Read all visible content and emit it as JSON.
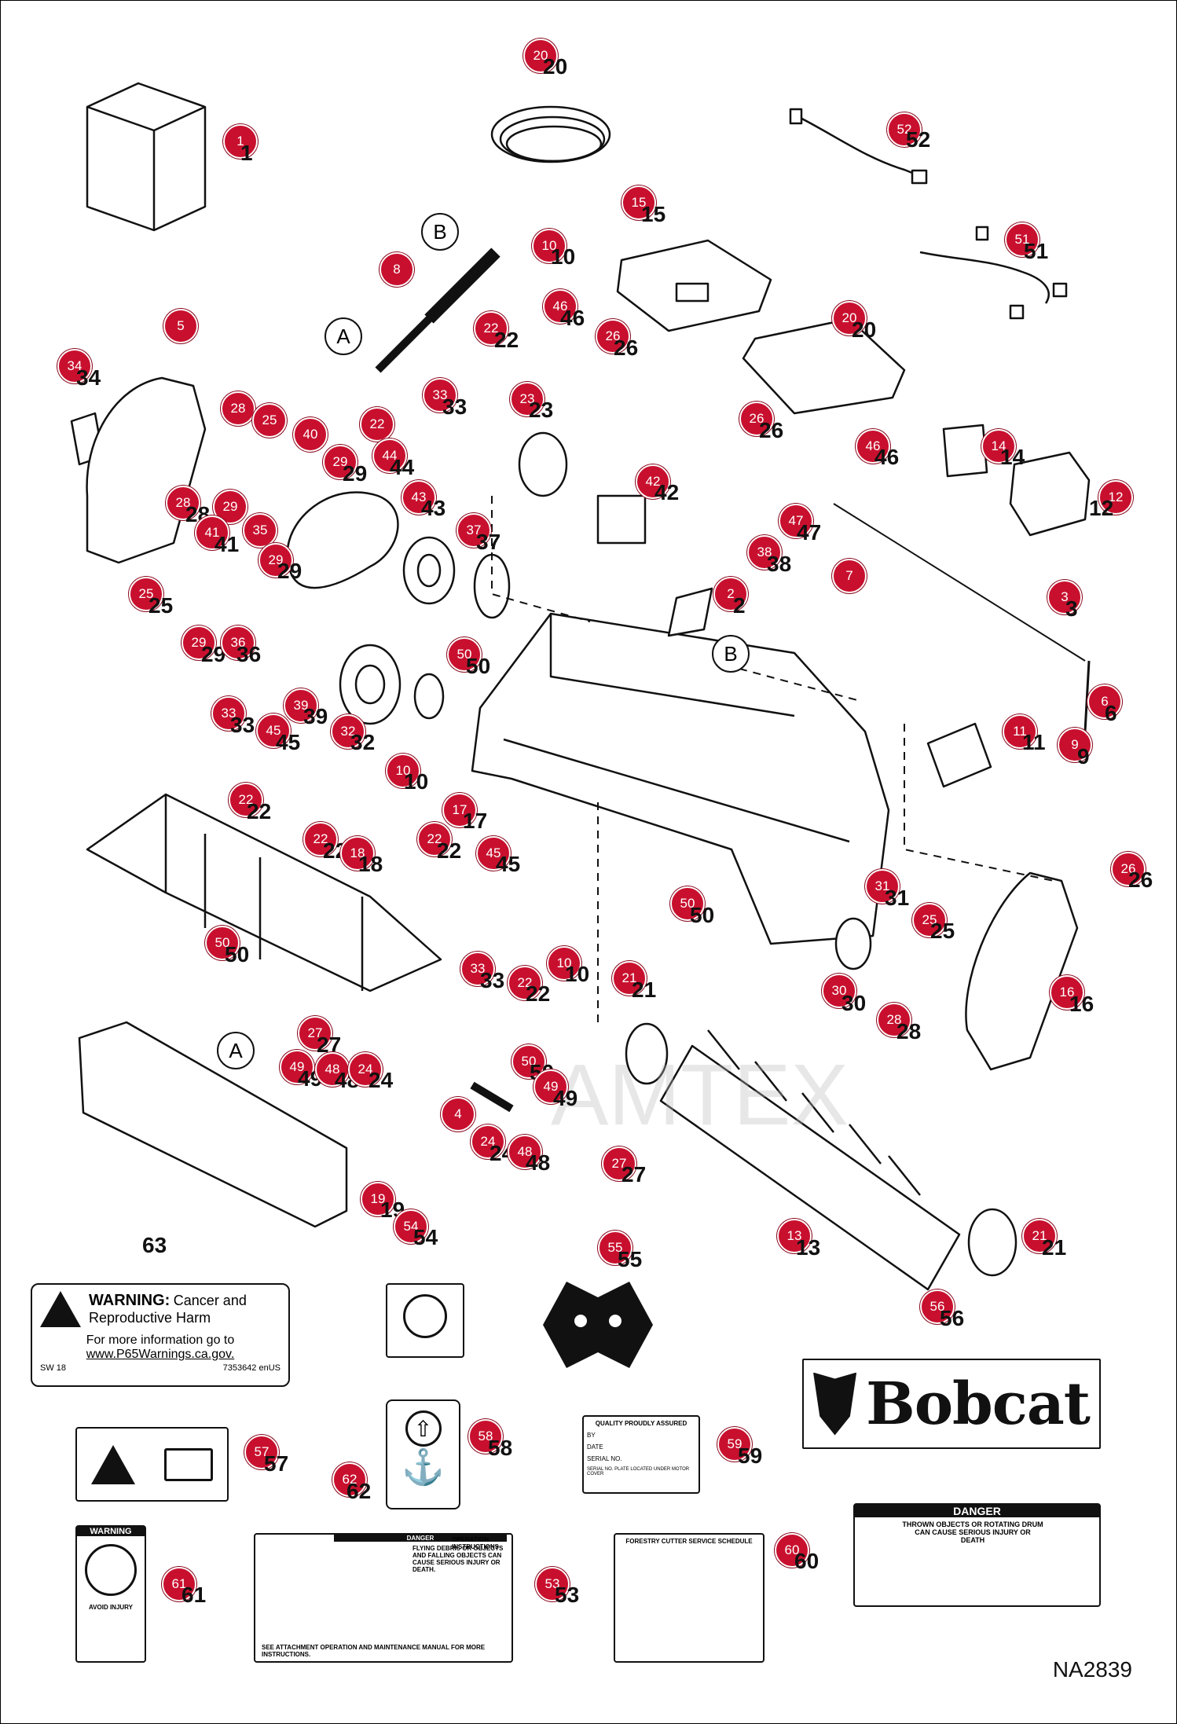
{
  "diagram_ref": "NA2839",
  "watermark": "AMTEX",
  "callouts": [
    {
      "n": "1"
    },
    {
      "n": "2"
    },
    {
      "n": "3"
    },
    {
      "n": "4"
    },
    {
      "n": "5"
    },
    {
      "n": "6"
    },
    {
      "n": "7"
    },
    {
      "n": "8"
    },
    {
      "n": "9"
    },
    {
      "n": "10"
    },
    {
      "n": "11"
    },
    {
      "n": "12"
    },
    {
      "n": "13"
    },
    {
      "n": "14"
    },
    {
      "n": "15"
    },
    {
      "n": "16"
    },
    {
      "n": "17"
    },
    {
      "n": "18"
    },
    {
      "n": "19"
    },
    {
      "n": "20"
    },
    {
      "n": "21"
    },
    {
      "n": "22"
    },
    {
      "n": "23"
    },
    {
      "n": "24"
    },
    {
      "n": "25"
    },
    {
      "n": "26"
    },
    {
      "n": "27"
    },
    {
      "n": "28"
    },
    {
      "n": "29"
    },
    {
      "n": "30"
    },
    {
      "n": "31"
    },
    {
      "n": "32"
    },
    {
      "n": "33"
    },
    {
      "n": "34"
    },
    {
      "n": "35"
    },
    {
      "n": "36"
    },
    {
      "n": "37"
    },
    {
      "n": "38"
    },
    {
      "n": "39"
    },
    {
      "n": "40"
    },
    {
      "n": "41"
    },
    {
      "n": "42"
    },
    {
      "n": "43"
    },
    {
      "n": "44"
    },
    {
      "n": "45"
    },
    {
      "n": "46"
    },
    {
      "n": "47"
    },
    {
      "n": "48"
    },
    {
      "n": "49"
    },
    {
      "n": "50"
    },
    {
      "n": "51"
    },
    {
      "n": "52"
    },
    {
      "n": "53"
    },
    {
      "n": "54"
    },
    {
      "n": "55"
    },
    {
      "n": "56"
    },
    {
      "n": "57"
    },
    {
      "n": "58"
    },
    {
      "n": "59"
    },
    {
      "n": "60"
    },
    {
      "n": "61"
    },
    {
      "n": "62"
    },
    {
      "n": "63"
    }
  ],
  "ref_letters": {
    "a": "A",
    "b": "B"
  },
  "warning_decal": {
    "title": "WARNING:",
    "title_rest": "Cancer and Reproductive Harm",
    "info": "For more information go to",
    "url": "www.P65Warnings.ca.gov.",
    "code_left": "SW 18",
    "code_right": "7353642 enUS"
  },
  "quality_decal": {
    "title": "QUALITY PROUDLY ASSURED",
    "by": "BY",
    "date": "DATE",
    "serial": "SERIAL NO.",
    "footer": "SERIAL NO. PLATE LOCATED UNDER MOTOR COVER"
  },
  "danger_small": {
    "header": "DANGER",
    "line": "FLYING DEBRIS OR OBJECTS AND FALLING OBJECTS CAN CAUSE SERIOUS INJURY OR DEATH.",
    "ops": "OPERATION INSTRUCTIONS",
    "footer": "SEE ATTACHMENT OPERATION AND MAINTENANCE MANUAL FOR MORE INSTRUCTIONS."
  },
  "service_decal": {
    "title": "FORESTRY CUTTER SERVICE SCHEDULE"
  },
  "danger_large": {
    "header": "DANGER",
    "line1": "THROWN OBJECTS OR ROTATING DRUM",
    "line2": "CAN CAUSE SERIOUS INJURY OR DEATH"
  },
  "warning_small": {
    "header": "WARNING",
    "line": "AVOID INJURY"
  },
  "brand": {
    "name": "Bobcat"
  }
}
